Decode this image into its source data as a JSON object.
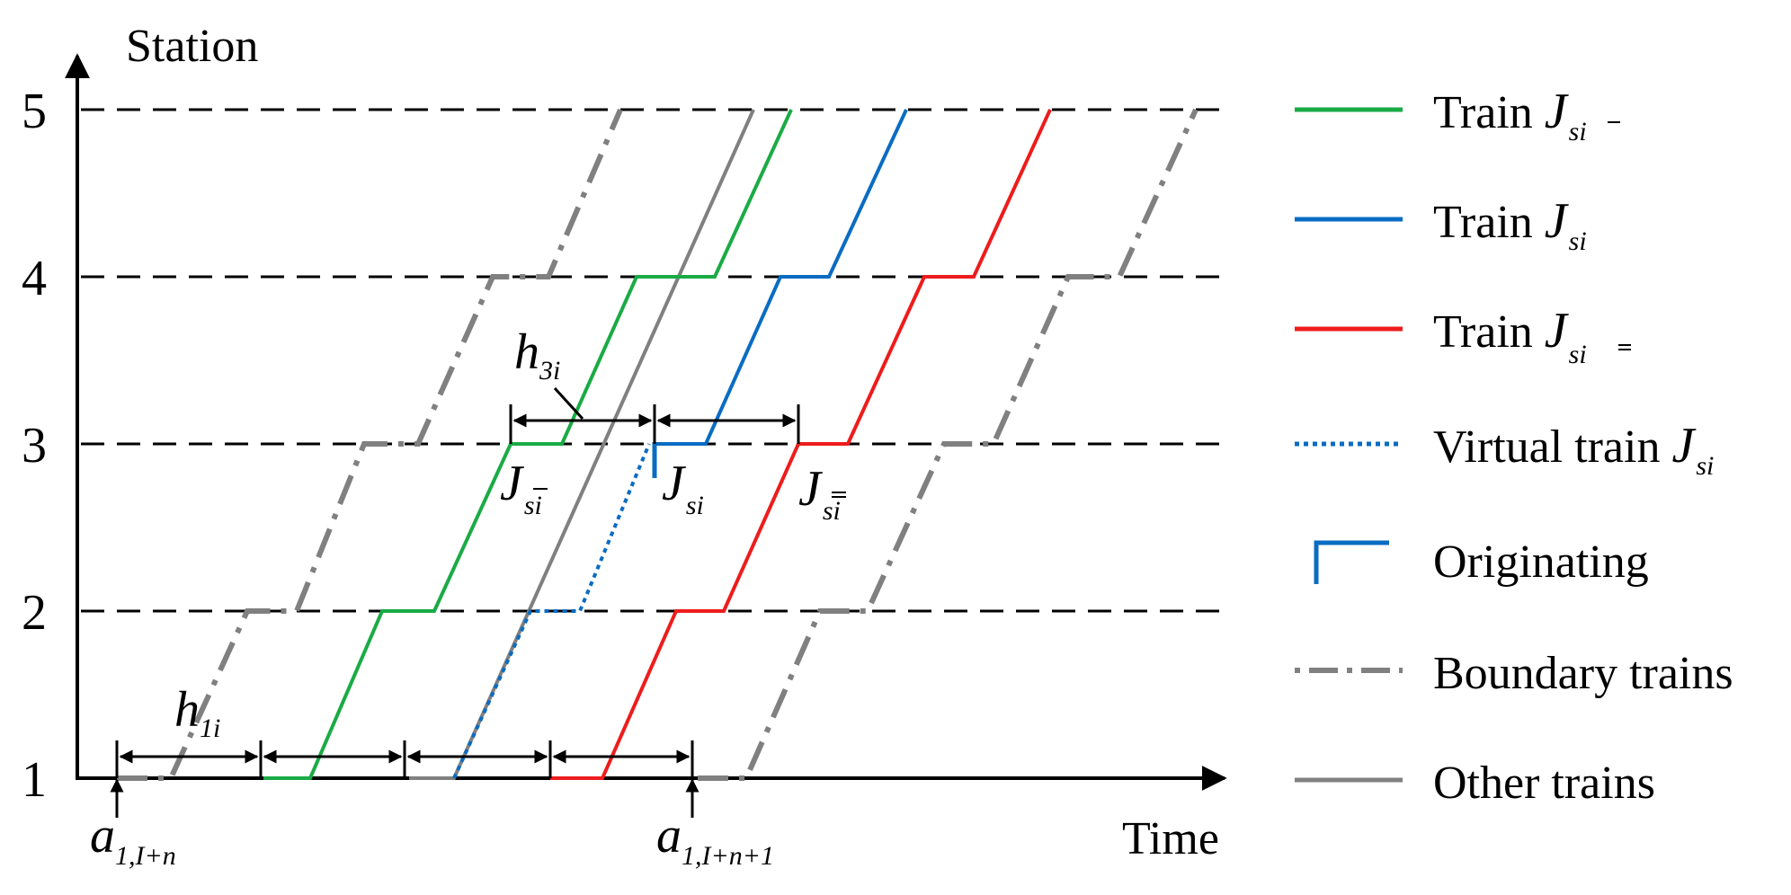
{
  "axes": {
    "y_title": "Station",
    "x_title": "Time",
    "stations": [
      "1",
      "2",
      "3",
      "4",
      "5"
    ]
  },
  "colors": {
    "green": "#1aab45",
    "blue": "#0a6cc2",
    "red": "#ee1c1c",
    "gray": "#808080",
    "black": "#000000"
  },
  "legend": [
    {
      "key": "train-jsbar",
      "label": "Train ",
      "math": "J",
      "sub": "si",
      "mark": "bar",
      "style": "green-solid"
    },
    {
      "key": "train-jsi",
      "label": "Train ",
      "math": "J",
      "sub": "si",
      "mark": "",
      "style": "blue-solid"
    },
    {
      "key": "train-jsdbar",
      "label": "Train ",
      "math": "J",
      "sub": "si",
      "mark": "doublebar",
      "style": "red-solid"
    },
    {
      "key": "virtual-train",
      "label": "Virtual train ",
      "math": "J",
      "sub": "si",
      "mark": "",
      "style": "blue-dotted"
    },
    {
      "key": "originating",
      "label": "Originating",
      "math": "",
      "sub": "",
      "mark": "",
      "style": "blue-corner"
    },
    {
      "key": "boundary-trains",
      "label": "Boundary trains",
      "math": "",
      "sub": "",
      "mark": "",
      "style": "gray-dashdot"
    },
    {
      "key": "other-trains",
      "label": "Other trains",
      "math": "",
      "sub": "",
      "mark": "",
      "style": "gray-solid"
    }
  ],
  "annotations": {
    "h3": {
      "math": "h",
      "sub": "3i"
    },
    "h1": {
      "math": "h",
      "sub": "1i"
    },
    "j_left": {
      "math": "J",
      "sub": "si"
    },
    "j_mid": {
      "math": "J",
      "sub": "si"
    },
    "j_right": {
      "math": "J",
      "sub": "si"
    },
    "a_left": {
      "math": "a",
      "sub": "1,I+n"
    },
    "a_right": {
      "math": "a",
      "sub": "1,I+n+1"
    }
  }
}
